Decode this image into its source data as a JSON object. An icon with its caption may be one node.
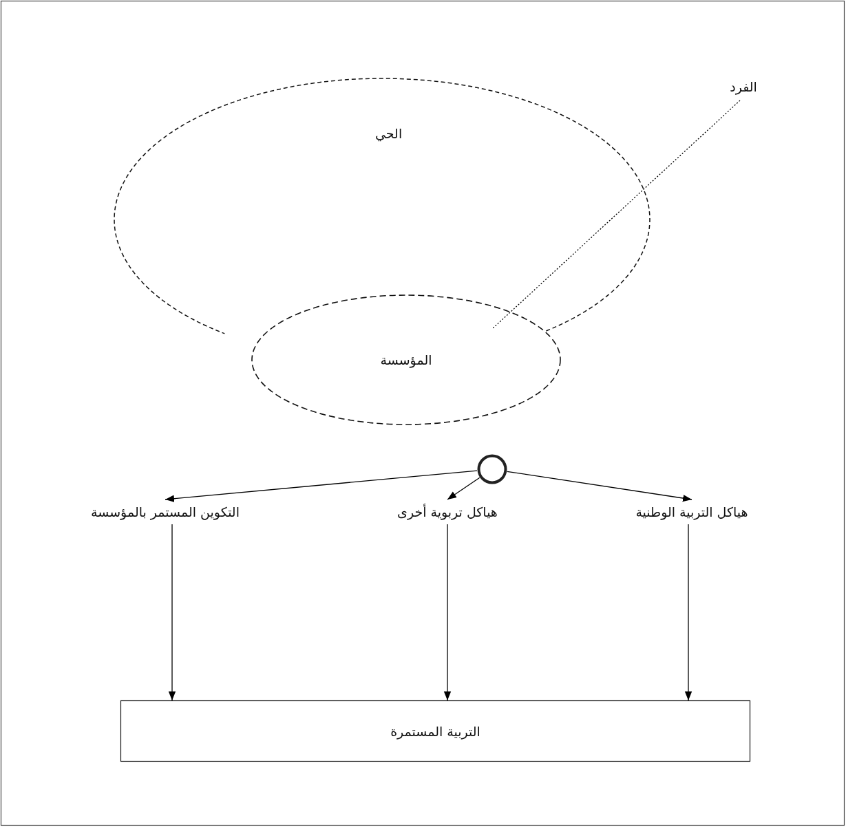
{
  "diagram": {
    "nodes": [
      {
        "text": [
          "الحي"
        ]
      },
      {
        "text": [
          "المؤسسة"
        ]
      },
      {
        "text": [
          "الفرد"
        ]
      },
      {
        "text": [],
        "shape": "circle"
      },
      {
        "text": [
          "التكوين المستمر بالمؤسسة"
        ]
      },
      {
        "text": [
          "هياكل تربوية أخرى"
        ]
      },
      {
        "text": [
          "هياكل التربية الوطنية"
        ]
      },
      {
        "text": [
          "التربية المستمرة"
        ]
      }
    ],
    "edges": [
      {
        "from": 2,
        "to": 1,
        "arrow": "none",
        "style": "dashed"
      },
      {
        "from": 3,
        "to": 4,
        "arrow": "to"
      },
      {
        "from": 3,
        "to": 5,
        "arrow": "to"
      },
      {
        "from": 3,
        "to": 6,
        "arrow": "to"
      },
      {
        "from": 4,
        "to": 7,
        "arrow": "to"
      },
      {
        "from": 5,
        "to": 7,
        "arrow": "to"
      },
      {
        "from": 6,
        "to": 7,
        "arrow": "to"
      }
    ]
  }
}
